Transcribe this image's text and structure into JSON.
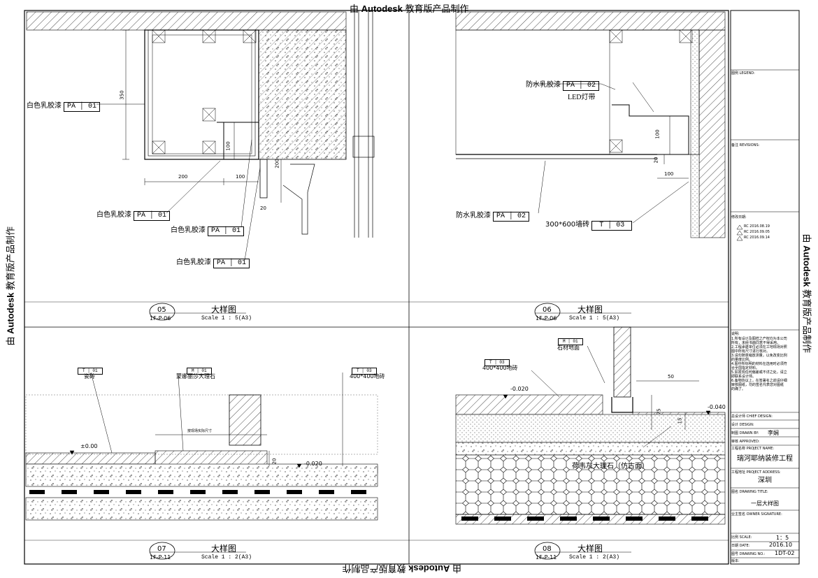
{
  "watermark": {
    "prefix": "由 ",
    "brand": "Autodesk",
    "suffix": " 教育版产品制作"
  },
  "labels": {
    "pa01_a": {
      "text": "白色乳胶漆",
      "code": "PA",
      "num": "01"
    },
    "pa01_b": {
      "text": "白色乳胶漆",
      "code": "PA",
      "num": "01"
    },
    "pa01_c": {
      "text": "白色乳胶漆",
      "code": "PA",
      "num": "01"
    },
    "pa01_d": {
      "text": "白色乳胶漆",
      "code": "PA",
      "num": "01"
    },
    "pa02_a": {
      "text": "防水乳胶漆",
      "code": "PA",
      "num": "02"
    },
    "pa02_b": {
      "text": "防水乳胶漆",
      "code": "PA",
      "num": "02"
    },
    "led": "LED灯带",
    "tile": {
      "text": "300*600墙砖",
      "code": "T",
      "num": "03"
    }
  },
  "dims": {
    "d350": "350",
    "d200": "200",
    "d100a": "100",
    "d100b": "100",
    "d200b": "200",
    "d20": "20",
    "d100c": "100",
    "d20b": "20",
    "d100d": "100",
    "d50": "50",
    "d75": "75",
    "d15": "15",
    "d20c": "20"
  },
  "details": [
    {
      "num": "05",
      "title": "大样图",
      "ref": "1F-P-06",
      "scale": "Scale 1 : 5(A3)"
    },
    {
      "num": "06",
      "title": "大样图",
      "ref": "1F-P-06",
      "scale": "Scale 1 : 5(A3)"
    },
    {
      "num": "07",
      "title": "大样图",
      "ref": "1F-P-11",
      "scale": "Scale 1 : 2(A3)"
    },
    {
      "num": "08",
      "title": "大样图",
      "ref": "1F-P-11",
      "scale": "Scale 1 : 2(A3)"
    }
  ],
  "d07": {
    "t01": {
      "code": "T",
      "num": "01",
      "text": "瓷砖"
    },
    "m01": {
      "code": "M",
      "num": "01",
      "text": "蒙娜丽莎大理石"
    },
    "t03": {
      "code": "T",
      "num": "03",
      "text": "400*400地砖"
    },
    "lvl0": "±0.00",
    "lvl1": "-0.020",
    "note": "按现场实际尺寸"
  },
  "d08": {
    "m01": {
      "code": "M",
      "num": "01",
      "text": "石材地面"
    },
    "t03": {
      "code": "T",
      "num": "03",
      "text": "400*400地砖"
    },
    "lvl1": "-0.020",
    "lvl2": "-0.040",
    "stone": "荷韦灰大理石（仿古面）"
  },
  "titleblock": {
    "legend": "图例 LEGEND:",
    "revisions": "备注 REVISIONS:",
    "revdate": "修改日期:",
    "revs": [
      "RC 2016.08.19",
      "RC 2016.09.05",
      "RC 2016.09.14"
    ],
    "notes_title": "说明:",
    "notes": [
      "1.所有设计及图样之产权均为本公司",
      "所有，未经书面同意不得采用。",
      "2.工程承建单位必须在工地现场对照",
      "图中所有尺寸进行核对。",
      "3.请勿随意缩放测量，以免改变比例",
      "的量度比例。",
      "4.图中所标明的材料在选用时必须符",
      "合全国指定材料。",
      "5.如发现任何偏差或不详之处，请立",
      "即联系设计师。",
      "6.备物协议上，在签署名之前请仔细",
      "审核图纸，勿的签名代表您对图纸",
      "的确了。"
    ],
    "chief_label": "总设计师 CHIEF DESIGN:",
    "design_label": "设计 DESIGN:",
    "drawn_label": "制图 DRAWN BY:",
    "drawn_val": "李娴",
    "approved_label": "审核 APPROVED:",
    "project_label": "工程名称 PROJECT NAME:",
    "project_val": "瑞河耶纳装修工程",
    "address_label": "工程地址 PROJECT ADDRESS:",
    "address_val": "深圳",
    "drawing_label": "图名 DRAWING TITLE:",
    "drawing_val": "一层大样图",
    "owner_label": "业主签名 OWNER SIGNATURE:",
    "scale_label": "比例 SCALE:",
    "scale_val": "1：5",
    "date_label": "日期 DATE:",
    "date_val": "2016.10",
    "no_label": "图号 DRAWING NO.:",
    "no_val": "1DT-02",
    "ver_label": "版本:"
  }
}
